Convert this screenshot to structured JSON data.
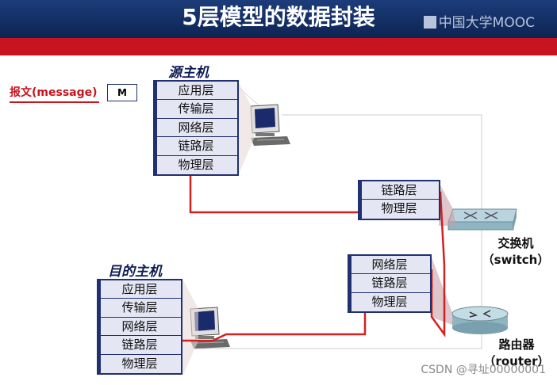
{
  "title": "5层模型的数据封装",
  "brand": "中国大学MOOC",
  "message_label": "报文(message)",
  "message_box": "M",
  "source_host": {
    "title": "源主机",
    "layers": [
      "应用层",
      "传输层",
      "网络层",
      "链路层",
      "物理层"
    ]
  },
  "dest_host": {
    "title": "目的主机",
    "layers": [
      "应用层",
      "传输层",
      "网络层",
      "链路层",
      "物理层"
    ]
  },
  "switch": {
    "layers": [
      "链路层",
      "物理层"
    ],
    "label": "交换机",
    "label_en": "（switch）"
  },
  "router": {
    "layers": [
      "网络层",
      "链路层",
      "物理层"
    ],
    "label": "路由器",
    "label_en": "（router）"
  },
  "watermark": "CSDN @寻址00000001",
  "colors": {
    "header_blue": "#14306a",
    "accent_red": "#c8141e",
    "stack_border": "#203070",
    "path_red": "#d42020"
  },
  "icons": [
    "computer-icon",
    "switch-icon",
    "router-icon"
  ]
}
